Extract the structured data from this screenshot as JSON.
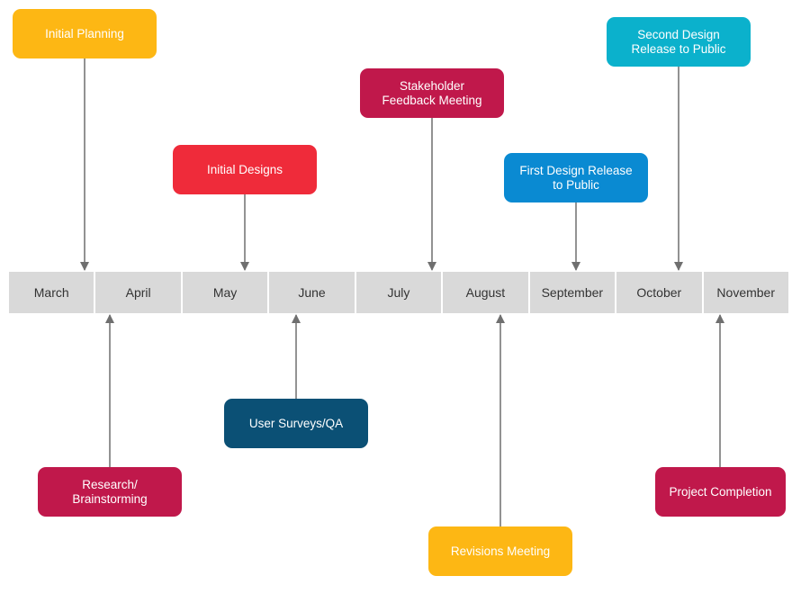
{
  "colors": {
    "orange": "#fdb714",
    "crimson": "#c0184b",
    "red": "#ef2b3a",
    "blue": "#0a8ad2",
    "teal": "#0bb1cc",
    "navy": "#0b5075",
    "timeline_gray": "#d9d9d9",
    "connector": "#6f6f6f"
  },
  "timeline": {
    "months": [
      "March",
      "April",
      "May",
      "June",
      "July",
      "August",
      "September",
      "October",
      "November"
    ]
  },
  "milestones": [
    {
      "label": "Initial Planning",
      "color": "#fdb714",
      "month_index": 0,
      "side": "above"
    },
    {
      "label": "Research/\nBrainstorming",
      "color": "#c0184b",
      "month_index": 1,
      "side": "below"
    },
    {
      "label": "Initial Designs",
      "color": "#ef2b3a",
      "month_index": 2,
      "side": "above"
    },
    {
      "label": "User Surveys/QA",
      "color": "#0b5075",
      "month_index": 3,
      "side": "below"
    },
    {
      "label": "Stakeholder\nFeedback Meeting",
      "color": "#c0184b",
      "month_index": 4,
      "side": "above"
    },
    {
      "label": "Revisions Meeting",
      "color": "#fdb714",
      "month_index": 5,
      "side": "below"
    },
    {
      "label": "First Design Release\nto Public",
      "color": "#0a8ad2",
      "month_index": 6,
      "side": "above"
    },
    {
      "label": "Second Design\nRelease to Public",
      "color": "#0bb1cc",
      "month_index": 7,
      "side": "above"
    },
    {
      "label": "Project Completion",
      "color": "#c0184b",
      "month_index": 8,
      "side": "below"
    }
  ]
}
